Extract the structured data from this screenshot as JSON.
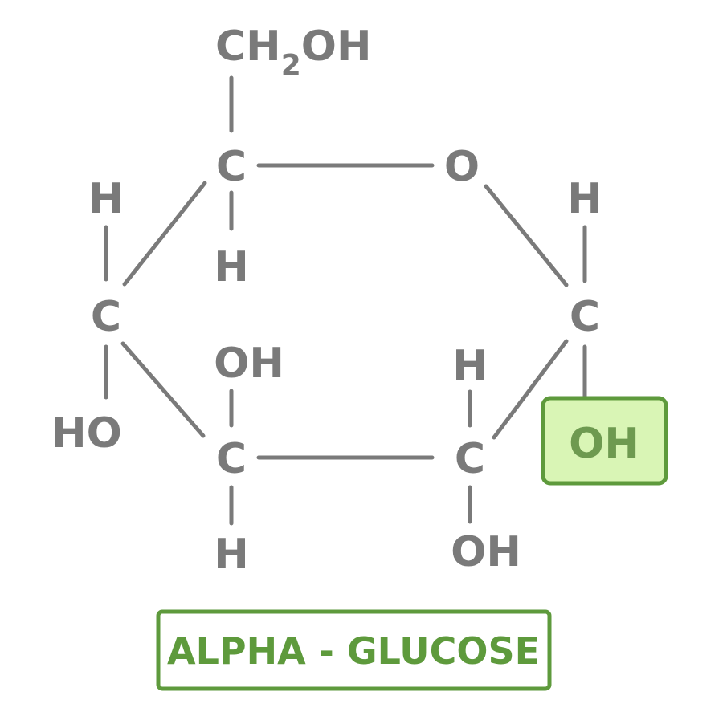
{
  "colors": {
    "structure": "#7a7a7a",
    "highlight_fill": "#d9f5b5",
    "highlight_border": "#5e9a3c",
    "highlight_text": "#6e9a50",
    "title": "#5e9a3c"
  },
  "molecule": {
    "ch2oh_main": "CH",
    "ch2oh_sub": "2",
    "ch2oh_tail": "OH",
    "c5": "C",
    "c5_h": "H",
    "ring_o": "O",
    "c1": "C",
    "c1_h": "H",
    "c1_oh": "OH",
    "c4": "C",
    "c4_h": "H",
    "c4_ho": "HO",
    "c3": "C",
    "c3_oh": "OH",
    "c3_h": "H",
    "c2": "C",
    "c2_h": "H",
    "c2_oh": "OH"
  },
  "title": "ALPHA - GLUCOSE"
}
